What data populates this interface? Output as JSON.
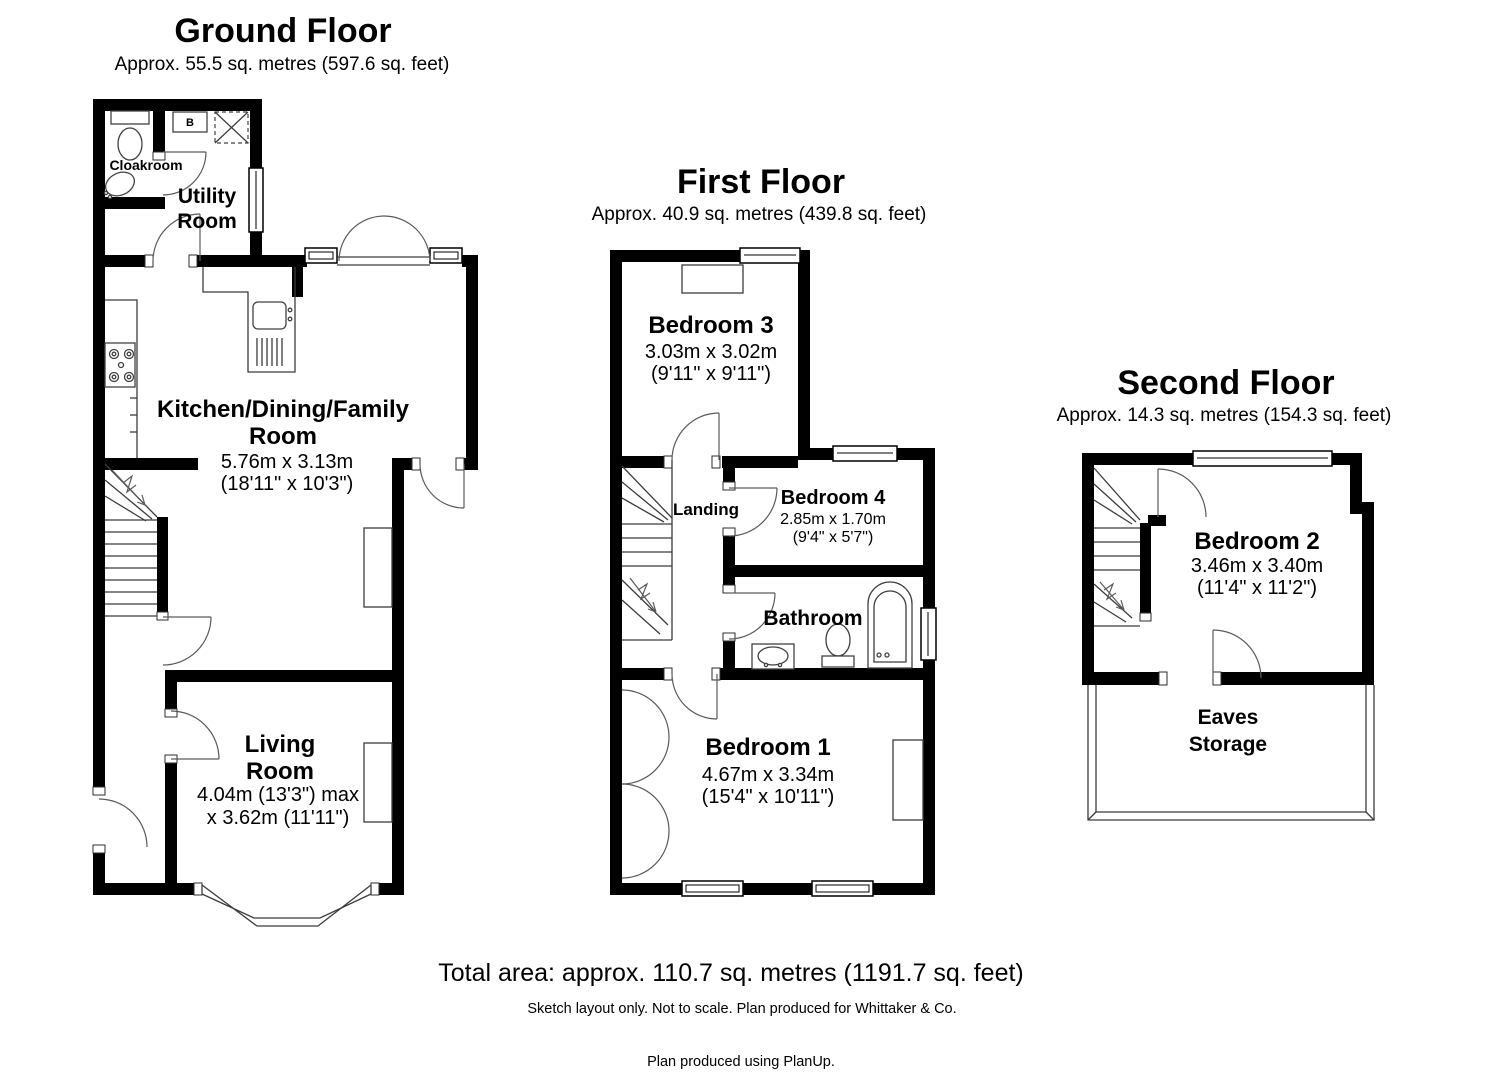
{
  "floors": {
    "ground": {
      "title": "Ground Floor",
      "area": "Approx. 55.5 sq. metres (597.6 sq. feet)"
    },
    "first": {
      "title": "First Floor",
      "area": "Approx. 40.9 sq. metres (439.8 sq. feet)"
    },
    "second": {
      "title": "Second Floor",
      "area": "Approx. 14.3 sq. metres (154.3 sq. feet)"
    }
  },
  "rooms": {
    "cloakroom": {
      "name": "Cloakroom"
    },
    "boiler": {
      "label": "B"
    },
    "utility": {
      "line1": "Utility",
      "line2": "Room"
    },
    "kitchen": {
      "line1": "Kitchen/Dining/Family",
      "line2": "Room",
      "dims_metric": "5.76m x 3.13m",
      "dims_imperial": "(18'11\" x 10'3\")"
    },
    "living": {
      "line1": "Living",
      "line2": "Room",
      "dims_metric": "4.04m (13'3\") max",
      "dims_imperial": "x 3.62m (11'11\")"
    },
    "bedroom1": {
      "name": "Bedroom 1",
      "dims_metric": "4.67m x 3.34m",
      "dims_imperial": "(15'4\" x 10'11\")"
    },
    "bedroom2": {
      "name": "Bedroom 2",
      "dims_metric": "3.46m x 3.40m",
      "dims_imperial": "(11'4\" x 11'2\")"
    },
    "bedroom3": {
      "name": "Bedroom 3",
      "dims_metric": "3.03m x 3.02m",
      "dims_imperial": "(9'11\" x 9'11\")"
    },
    "bedroom4": {
      "name": "Bedroom 4",
      "dims_metric": "2.85m x 1.70m",
      "dims_imperial": "(9'4\" x 5'7\")"
    },
    "bathroom": {
      "name": "Bathroom"
    },
    "landing": {
      "name": "Landing"
    },
    "eaves": {
      "line1": "Eaves",
      "line2": "Storage"
    }
  },
  "footer": {
    "total": "Total area: approx. 110.7 sq. metres (1191.7 sq. feet)",
    "disclaimer": "Sketch layout only. Not to scale. Plan produced for Whittaker & Co.",
    "credit": "Plan produced using PlanUp."
  },
  "colors": {
    "wall": "#000000",
    "line": "#3c3c3c",
    "background": "#ffffff"
  }
}
